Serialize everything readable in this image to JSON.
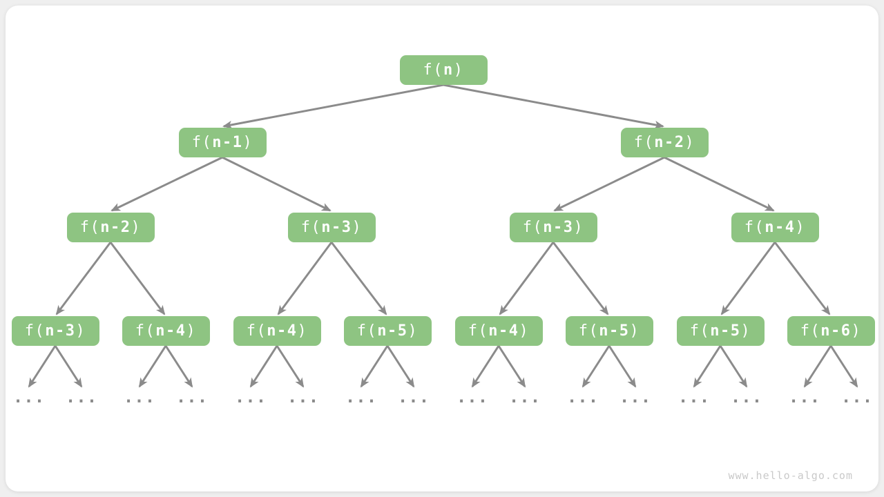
{
  "diagram": {
    "type": "recursion-tree",
    "ellipsis": "...",
    "nodes": [
      {
        "id": "root",
        "level": 1,
        "prefix": "f(",
        "arg": "n",
        "suffix": ")"
      },
      {
        "id": "l2-left",
        "level": 2,
        "prefix": "f(",
        "arg": "n-1",
        "suffix": ")"
      },
      {
        "id": "l2-right",
        "level": 2,
        "prefix": "f(",
        "arg": "n-2",
        "suffix": ")"
      },
      {
        "id": "l3-1",
        "level": 3,
        "prefix": "f(",
        "arg": "n-2",
        "suffix": ")"
      },
      {
        "id": "l3-2",
        "level": 3,
        "prefix": "f(",
        "arg": "n-3",
        "suffix": ")"
      },
      {
        "id": "l3-3",
        "level": 3,
        "prefix": "f(",
        "arg": "n-3",
        "suffix": ")"
      },
      {
        "id": "l3-4",
        "level": 3,
        "prefix": "f(",
        "arg": "n-4",
        "suffix": ")"
      },
      {
        "id": "l4-1",
        "level": 4,
        "prefix": "f(",
        "arg": "n-3",
        "suffix": ")"
      },
      {
        "id": "l4-2",
        "level": 4,
        "prefix": "f(",
        "arg": "n-4",
        "suffix": ")"
      },
      {
        "id": "l4-3",
        "level": 4,
        "prefix": "f(",
        "arg": "n-4",
        "suffix": ")"
      },
      {
        "id": "l4-4",
        "level": 4,
        "prefix": "f(",
        "arg": "n-5",
        "suffix": ")"
      },
      {
        "id": "l4-5",
        "level": 4,
        "prefix": "f(",
        "arg": "n-4",
        "suffix": ")"
      },
      {
        "id": "l4-6",
        "level": 4,
        "prefix": "f(",
        "arg": "n-5",
        "suffix": ")"
      },
      {
        "id": "l4-7",
        "level": 4,
        "prefix": "f(",
        "arg": "n-5",
        "suffix": ")"
      },
      {
        "id": "l4-8",
        "level": 4,
        "prefix": "f(",
        "arg": "n-6",
        "suffix": ")"
      }
    ]
  },
  "footer": {
    "watermark": "www.hello-algo.com"
  },
  "colors": {
    "node_fill": "#8EC482",
    "node_text": "#FFFFFF",
    "edge": "#8B8B8B",
    "watermark_text": "#C9C9C9",
    "page_bg": "#EFEFEF",
    "canvas_bg": "#FFFFFF"
  }
}
